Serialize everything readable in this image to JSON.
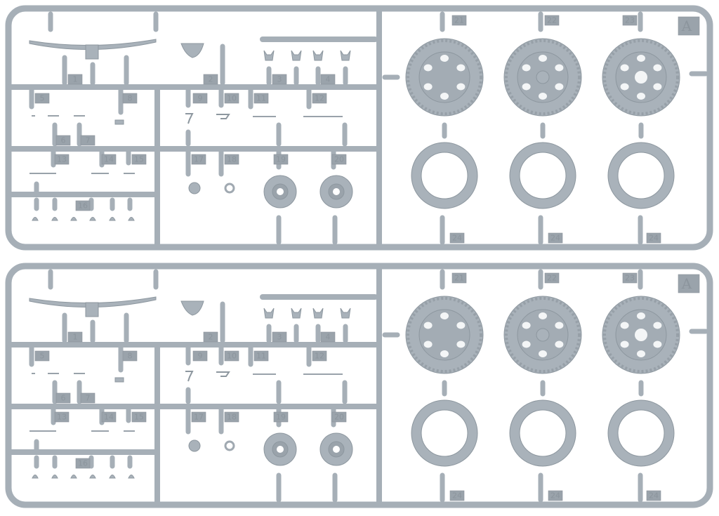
{
  "sprues": [
    {
      "letter": "A",
      "parts": [
        "1",
        "2",
        "3",
        "4",
        "5",
        "6",
        "7",
        "8",
        "9",
        "10",
        "11",
        "12",
        "13",
        "14",
        "15",
        "16",
        "17",
        "18",
        "19",
        "20",
        "21",
        "22",
        "23",
        "24",
        "24",
        "24"
      ]
    },
    {
      "letter": "A",
      "parts": [
        "1",
        "2",
        "3",
        "4",
        "5",
        "6",
        "7",
        "8",
        "9",
        "10",
        "11",
        "12",
        "13",
        "14",
        "15",
        "16",
        "17",
        "18",
        "19",
        "20",
        "21",
        "22",
        "23",
        "24",
        "24",
        "24"
      ]
    }
  ],
  "colors": {
    "plastic": "#a9b2ba",
    "outline": "#8d979f",
    "background": "#ffffff"
  }
}
